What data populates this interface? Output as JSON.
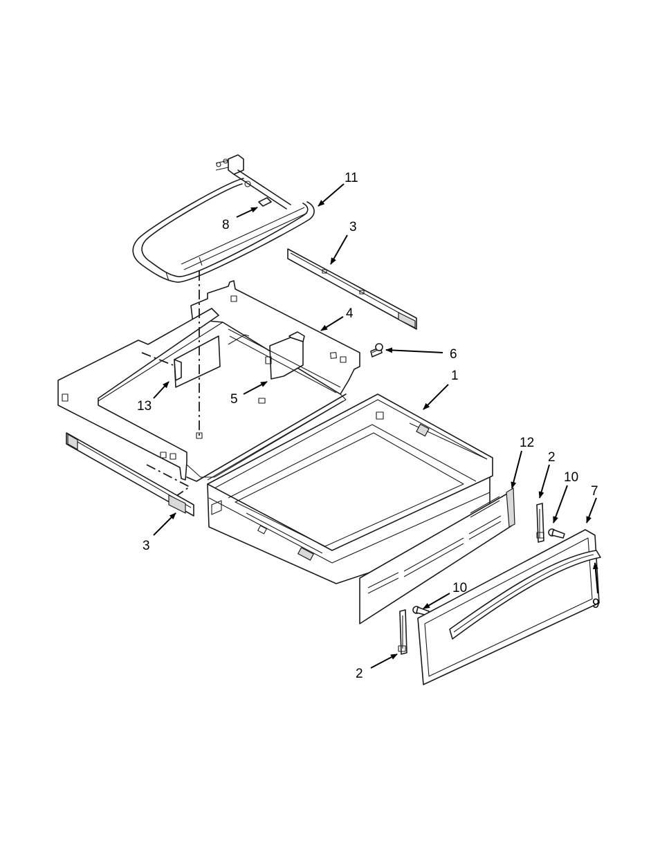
{
  "callouts": [
    {
      "id": "11",
      "label": "11"
    },
    {
      "id": "8",
      "label": "8"
    },
    {
      "id": "3a",
      "label": "3"
    },
    {
      "id": "4",
      "label": "4"
    },
    {
      "id": "6",
      "label": "6"
    },
    {
      "id": "1",
      "label": "1"
    },
    {
      "id": "13",
      "label": "13"
    },
    {
      "id": "5",
      "label": "5"
    },
    {
      "id": "3b",
      "label": "3"
    },
    {
      "id": "12",
      "label": "12"
    },
    {
      "id": "2a",
      "label": "2"
    },
    {
      "id": "10a",
      "label": "10"
    },
    {
      "id": "7",
      "label": "7"
    },
    {
      "id": "9",
      "label": "9"
    },
    {
      "id": "10b",
      "label": "10"
    },
    {
      "id": "2b",
      "label": "2"
    }
  ]
}
